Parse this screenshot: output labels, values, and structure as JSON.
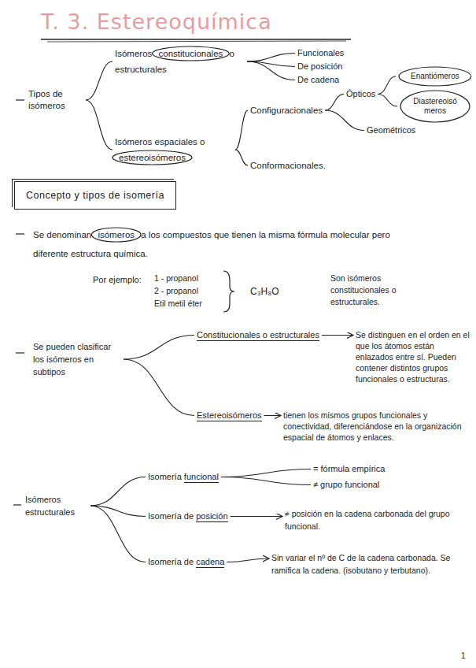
{
  "diagram": {
    "title": "T. 3. Estereoquímica",
    "nodes": [
      {
        "text": [
          "Tipos de isómeros"
        ]
      },
      {
        "text": [
          "Isómeros constitucionales o estructurales"
        ]
      },
      {
        "text": [
          "Funcionales"
        ]
      },
      {
        "text": [
          "De posición"
        ]
      },
      {
        "text": [
          "De cadena"
        ]
      },
      {
        "text": [
          "Isómeros espaciales o estereoisómeros"
        ]
      },
      {
        "text": [
          "Configuracionales"
        ]
      },
      {
        "text": [
          "Ópticos"
        ]
      },
      {
        "text": [
          "Enantiómeros"
        ]
      },
      {
        "text": [
          "Diastereoisómeros"
        ]
      },
      {
        "text": [
          "Geométricos"
        ]
      },
      {
        "text": [
          "Conformacionales."
        ]
      },
      {
        "text": [
          "Concepto y tipos de isomería"
        ]
      },
      {
        "text": [
          "Se pueden clasificar los isómeros en subtipos"
        ]
      },
      {
        "text": [
          "Constitucionales o estructurales"
        ]
      },
      {
        "text": [
          "Se distinguen en el orden en el que los átomos están enlazados entre sí. Pueden contener distintos grupos funcionales o estructuras."
        ]
      },
      {
        "text": [
          "Estereoisómeros"
        ]
      },
      {
        "text": [
          "tienen los mismos grupos funcionales y conectividad, diferenciándose en la organización espacial de átomos y enlaces."
        ]
      },
      {
        "text": [
          "Isómeros estructurales"
        ]
      },
      {
        "text": [
          "Isomería funcional"
        ]
      },
      {
        "text": [
          "= fórmula empírica"
        ]
      },
      {
        "text": [
          "≠ grupo funcional"
        ]
      },
      {
        "text": [
          "Isomería de posición"
        ]
      },
      {
        "text": [
          "≠ posición en la cadena carbonada del grupo funcional."
        ]
      },
      {
        "text": [
          "Isomería de cadena"
        ]
      },
      {
        "text": [
          "Sin variar el nº de C de la cadena carbonada. Se ramifica la cadena. (isobutano y terbutano)."
        ]
      }
    ],
    "edges": [
      {
        "from": 0,
        "to": 1,
        "arrow": "none"
      },
      {
        "from": 0,
        "to": 5,
        "arrow": "none"
      },
      {
        "from": 1,
        "to": 2,
        "arrow": "none"
      },
      {
        "from": 1,
        "to": 3,
        "arrow": "none"
      },
      {
        "from": 1,
        "to": 4,
        "arrow": "none"
      },
      {
        "from": 5,
        "to": 6,
        "arrow": "none"
      },
      {
        "from": 5,
        "to": 11,
        "arrow": "none"
      },
      {
        "from": 6,
        "to": 7,
        "arrow": "none"
      },
      {
        "from": 6,
        "to": 10,
        "arrow": "none"
      },
      {
        "from": 7,
        "to": 8,
        "arrow": "none"
      },
      {
        "from": 7,
        "to": 9,
        "arrow": "none"
      },
      {
        "from": 13,
        "to": 14,
        "arrow": "none"
      },
      {
        "from": 13,
        "to": 16,
        "arrow": "none"
      },
      {
        "from": 14,
        "to": 15,
        "arrow": "to"
      },
      {
        "from": 16,
        "to": 17,
        "arrow": "to"
      },
      {
        "from": 18,
        "to": 19,
        "arrow": "none"
      },
      {
        "from": 18,
        "to": 22,
        "arrow": "none"
      },
      {
        "from": 18,
        "to": 24,
        "arrow": "none"
      },
      {
        "from": 19,
        "to": 20,
        "arrow": "none"
      },
      {
        "from": 19,
        "to": 21,
        "arrow": "none"
      },
      {
        "from": 22,
        "to": 23,
        "arrow": "to"
      },
      {
        "from": 24,
        "to": 25,
        "arrow": "to"
      }
    ],
    "labels": [
      "Se denominan isómeros a los compuestos que tienen la misma fórmula molecular pero diferente estructura química.",
      "Por ejemplo:",
      "1 - propanol",
      "2 - propanol",
      "Etil metil éter",
      "C₃H₈O",
      "Son isómeros constitucionales o estructurales.",
      "1"
    ]
  }
}
